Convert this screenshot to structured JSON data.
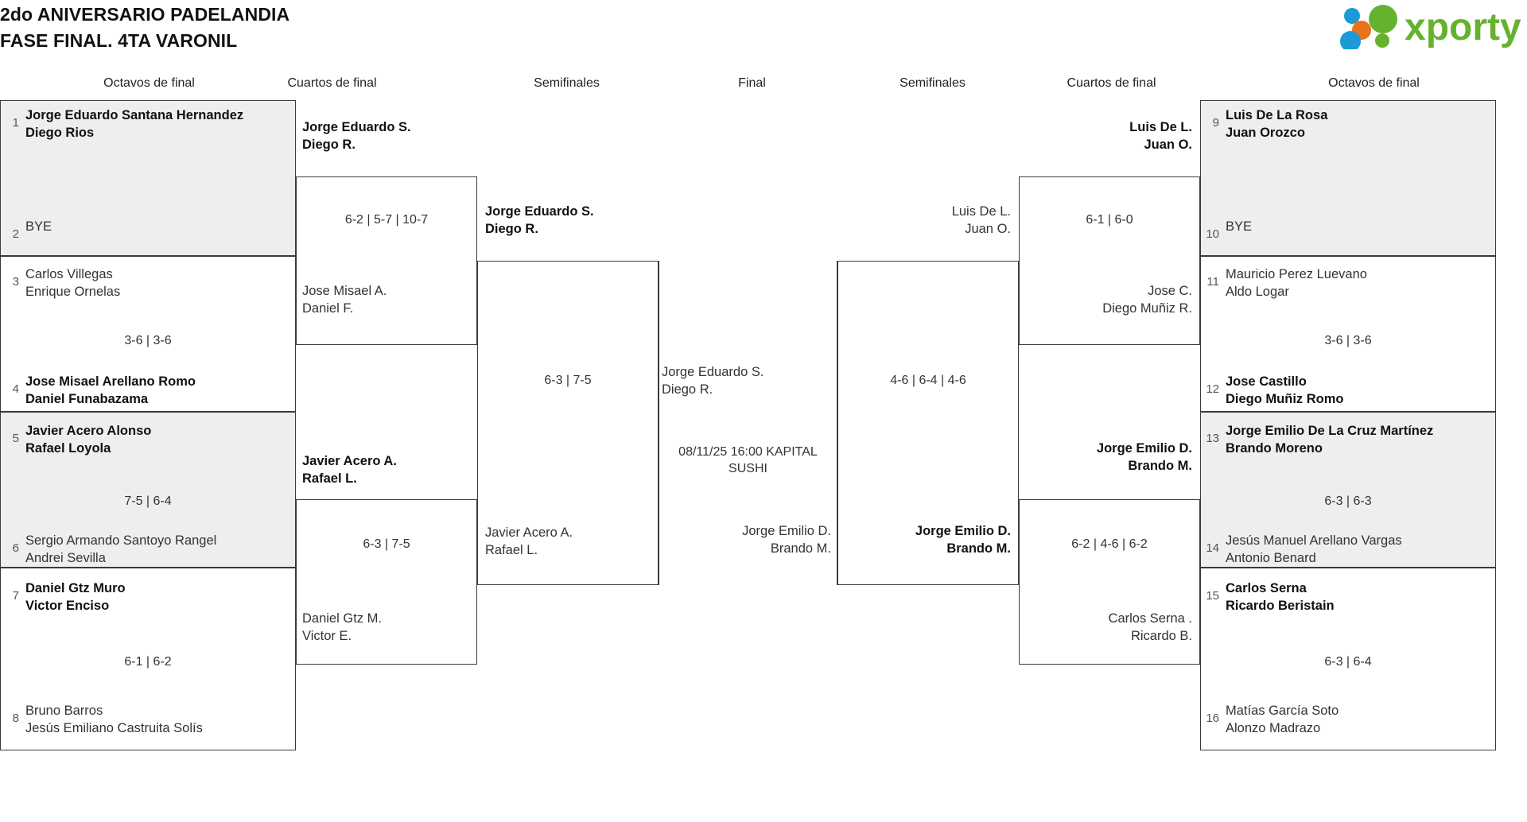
{
  "header": {
    "title_line1": "2do ANIVERSARIO PADELANDIA",
    "title_line2": "FASE FINAL. 4TA VARONIL",
    "logo_text": "xporty",
    "logo_colors": {
      "green": "#66b22e",
      "orange": "#e8731a",
      "blue": "#1b9ad6"
    }
  },
  "round_labels": {
    "left_r16": "Octavos de final",
    "left_qf": "Cuartos de final",
    "left_sf": "Semifinales",
    "final": "Final",
    "right_sf": "Semifinales",
    "right_qf": "Cuartos de final",
    "right_r16": "Octavos de final"
  },
  "left": {
    "r16": [
      {
        "seed_a": "1",
        "team_a_l1": "Jorge Eduardo Santana Hernandez",
        "team_a_l2": "Diego Rios",
        "a_winner": true,
        "seed_b": "2",
        "team_b_l1": "BYE",
        "team_b_l2": "",
        "b_winner": false,
        "score": "",
        "shaded": true
      },
      {
        "seed_a": "3",
        "team_a_l1": "Carlos Villegas",
        "team_a_l2": "Enrique Ornelas",
        "a_winner": false,
        "seed_b": "4",
        "team_b_l1": "Jose Misael Arellano Romo",
        "team_b_l2": "Daniel Funabazama",
        "b_winner": true,
        "score": "3-6 | 3-6",
        "shaded": false
      },
      {
        "seed_a": "5",
        "team_a_l1": "Javier Acero Alonso",
        "team_a_l2": "Rafael Loyola",
        "a_winner": true,
        "seed_b": "6",
        "team_b_l1": "Sergio Armando Santoyo Rangel",
        "team_b_l2": "Andrei Sevilla",
        "b_winner": false,
        "score": "7-5 | 6-4",
        "shaded": true
      },
      {
        "seed_a": "7",
        "team_a_l1": "Daniel Gtz Muro",
        "team_a_l2": "Victor Enciso",
        "a_winner": true,
        "seed_b": "8",
        "team_b_l1": "Bruno Barros",
        "team_b_l2": "Jesús Emiliano Castruita Solís",
        "b_winner": false,
        "score": "6-1 | 6-2",
        "shaded": false
      }
    ],
    "qf": [
      {
        "team_a_l1": "Jorge Eduardo S.",
        "team_a_l2": "Diego R.",
        "a_winner": true,
        "team_b_l1": "Jose Misael A.",
        "team_b_l2": "Daniel F.",
        "b_winner": false,
        "score": "6-2 | 5-7 | 10-7"
      },
      {
        "team_a_l1": "Javier Acero A.",
        "team_a_l2": "Rafael L.",
        "a_winner": true,
        "team_b_l1": "Daniel Gtz M.",
        "team_b_l2": "Victor E.",
        "b_winner": false,
        "score": "6-3 | 7-5"
      }
    ],
    "sf": [
      {
        "team_a_l1": "Jorge Eduardo S.",
        "team_a_l2": "Diego R.",
        "a_winner": true,
        "team_b_l1": "Javier Acero A.",
        "team_b_l2": "Rafael L.",
        "b_winner": false,
        "score": "6-3 | 7-5"
      }
    ]
  },
  "final": {
    "team_a_l1": "Jorge Eduardo S.",
    "team_a_l2": "Diego R.",
    "team_b_l1": "Jorge Emilio D.",
    "team_b_l2": "Brando M.",
    "meta_l1": "08/11/25 16:00 KAPITAL",
    "meta_l2": "SUSHI"
  },
  "right": {
    "sf": [
      {
        "team_a_l1": "Luis De L.",
        "team_a_l2": "Juan O.",
        "a_winner": false,
        "team_b_l1": "Jorge Emilio D.",
        "team_b_l2": "Brando M.",
        "b_winner": true,
        "score": "4-6 | 6-4 | 4-6"
      }
    ],
    "qf": [
      {
        "team_a_l1": "Luis De L.",
        "team_a_l2": "Juan O.",
        "a_winner": true,
        "team_b_l1": "Jose C.",
        "team_b_l2": "Diego Muñiz R.",
        "b_winner": false,
        "score": "6-1 | 6-0"
      },
      {
        "team_a_l1": "Jorge Emilio D.",
        "team_a_l2": "Brando M.",
        "a_winner": true,
        "team_b_l1": "Carlos Serna .",
        "team_b_l2": "Ricardo B.",
        "b_winner": false,
        "score": "6-2 | 4-6 | 6-2"
      }
    ],
    "r16": [
      {
        "seed_a": "9",
        "team_a_l1": "Luis De La Rosa",
        "team_a_l2": "Juan Orozco",
        "a_winner": true,
        "seed_b": "10",
        "team_b_l1": "BYE",
        "team_b_l2": "",
        "b_winner": false,
        "score": "",
        "shaded": true
      },
      {
        "seed_a": "11",
        "team_a_l1": "Mauricio Perez Luevano",
        "team_a_l2": "Aldo Logar",
        "a_winner": false,
        "seed_b": "12",
        "team_b_l1": "Jose Castillo",
        "team_b_l2": "Diego Muñiz Romo",
        "b_winner": true,
        "score": "3-6 | 3-6",
        "shaded": false
      },
      {
        "seed_a": "13",
        "team_a_l1": "Jorge Emilio De La Cruz Martínez",
        "team_a_l2": "Brando Moreno",
        "a_winner": true,
        "seed_b": "14",
        "team_b_l1": "Jesús Manuel Arellano Vargas",
        "team_b_l2": "Antonio Benard",
        "b_winner": false,
        "score": "6-3 | 6-3",
        "shaded": true
      },
      {
        "seed_a": "15",
        "team_a_l1": "Carlos Serna",
        "team_a_l2": "Ricardo Beristain",
        "a_winner": true,
        "seed_b": "16",
        "team_b_l1": "Matías García Soto",
        "team_b_l2": "Alonzo Madrazo",
        "b_winner": false,
        "score": "6-3 | 6-4",
        "shaded": false
      }
    ]
  }
}
